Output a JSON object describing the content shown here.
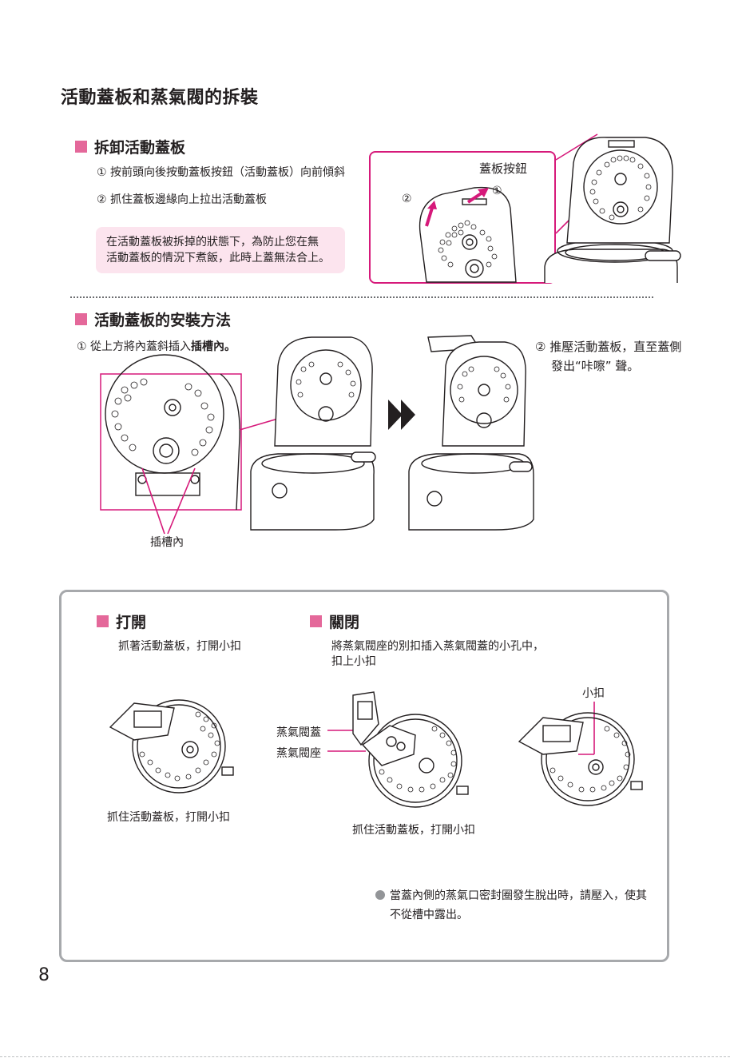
{
  "page": {
    "title": "活動蓋板和蒸氣閥的拆裝",
    "page_number": "8"
  },
  "remove_section": {
    "heading": "拆卸活動蓋板",
    "step1": "① 按前頭向後按動蓋板按鈕（活動蓋板）向前傾斜",
    "step2": "② 抓住蓋板邊緣向上拉出活動蓋板",
    "note": [
      "在活動蓋板被拆掉的狀態下，為防止您在無",
      "活動蓋板的情況下煮飯，此時上蓋無法合上。"
    ],
    "callout_label": "蓋板按鈕",
    "marker1": "①",
    "marker2": "②"
  },
  "install_section": {
    "heading": "活動蓋板的安裝方法",
    "step1_prefix": "① 從上方將內蓋斜插入",
    "step1_bold": "插槽內。",
    "step2_line1": "② 推壓活動蓋板，直至蓋側",
    "step2_line2": "發出“咔嚓” 聲。",
    "slot_label": "插槽內"
  },
  "valve_panel": {
    "open_heading": "打開",
    "open_text": "抓著活動蓋板，打開小扣",
    "open_caption": "抓住活動蓋板，打開小扣",
    "close_heading": "關閉",
    "close_text": [
      "將蒸氣閥座的別扣插入蒸氣閥蓋的小孔中，",
      "扣上小扣"
    ],
    "label_valve_cover": "蒸氣閥蓋",
    "label_valve_seat": "蒸氣閥座",
    "label_clasp": "小扣",
    "close_caption": "抓住活動蓋板，打開小扣",
    "note": [
      "當蓋內側的蒸氣口密封圈發生脫出時，請壓入，使其",
      "不從槽中露出。"
    ]
  },
  "colors": {
    "accent": "#e4689a",
    "callout": "#d6197a",
    "note_bg": "#fce4ee",
    "panel_border": "#a7a9ac"
  }
}
